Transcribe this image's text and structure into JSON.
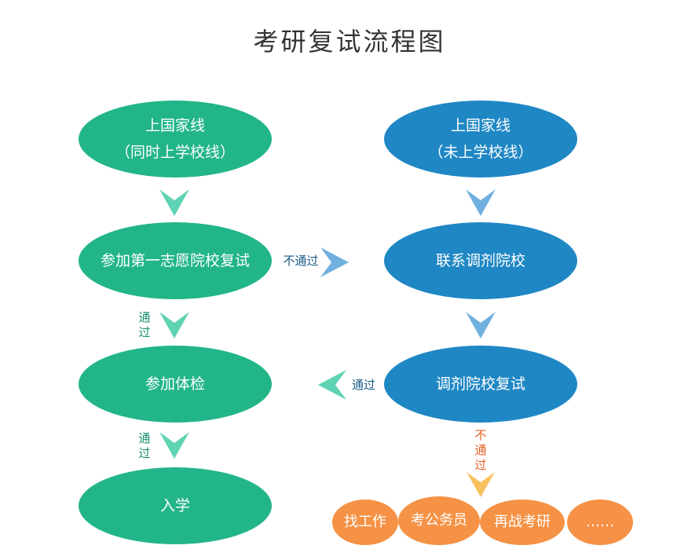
{
  "title": "考研复试流程图",
  "left_column": {
    "start": {
      "line1": "上国家线",
      "line2": "（同时上学校线）"
    },
    "first_choice": "参加第一志愿院校复试",
    "physical_exam": "参加体检",
    "enroll": "入学"
  },
  "right_column": {
    "start": {
      "line1": "上国家线",
      "line2": "（未上学校线）"
    },
    "contact": "联系调剂院校",
    "adjust_retest": "调剂院校复试"
  },
  "labels": {
    "fail": "不通过",
    "pass": "通过",
    "pass_char1": "通",
    "pass_char2": "过",
    "fail_char1": "不",
    "fail_char2": "通",
    "fail_char3": "过"
  },
  "options": [
    "找工作",
    "考公务员",
    "再战考研",
    "……"
  ],
  "colors": {
    "green": "#22b589",
    "blue": "#1f87c4",
    "orange": "#f59245",
    "arrow_green": "#5fd3b3",
    "arrow_blue": "#6fb0de",
    "arrow_orange": "#f7c25e"
  }
}
